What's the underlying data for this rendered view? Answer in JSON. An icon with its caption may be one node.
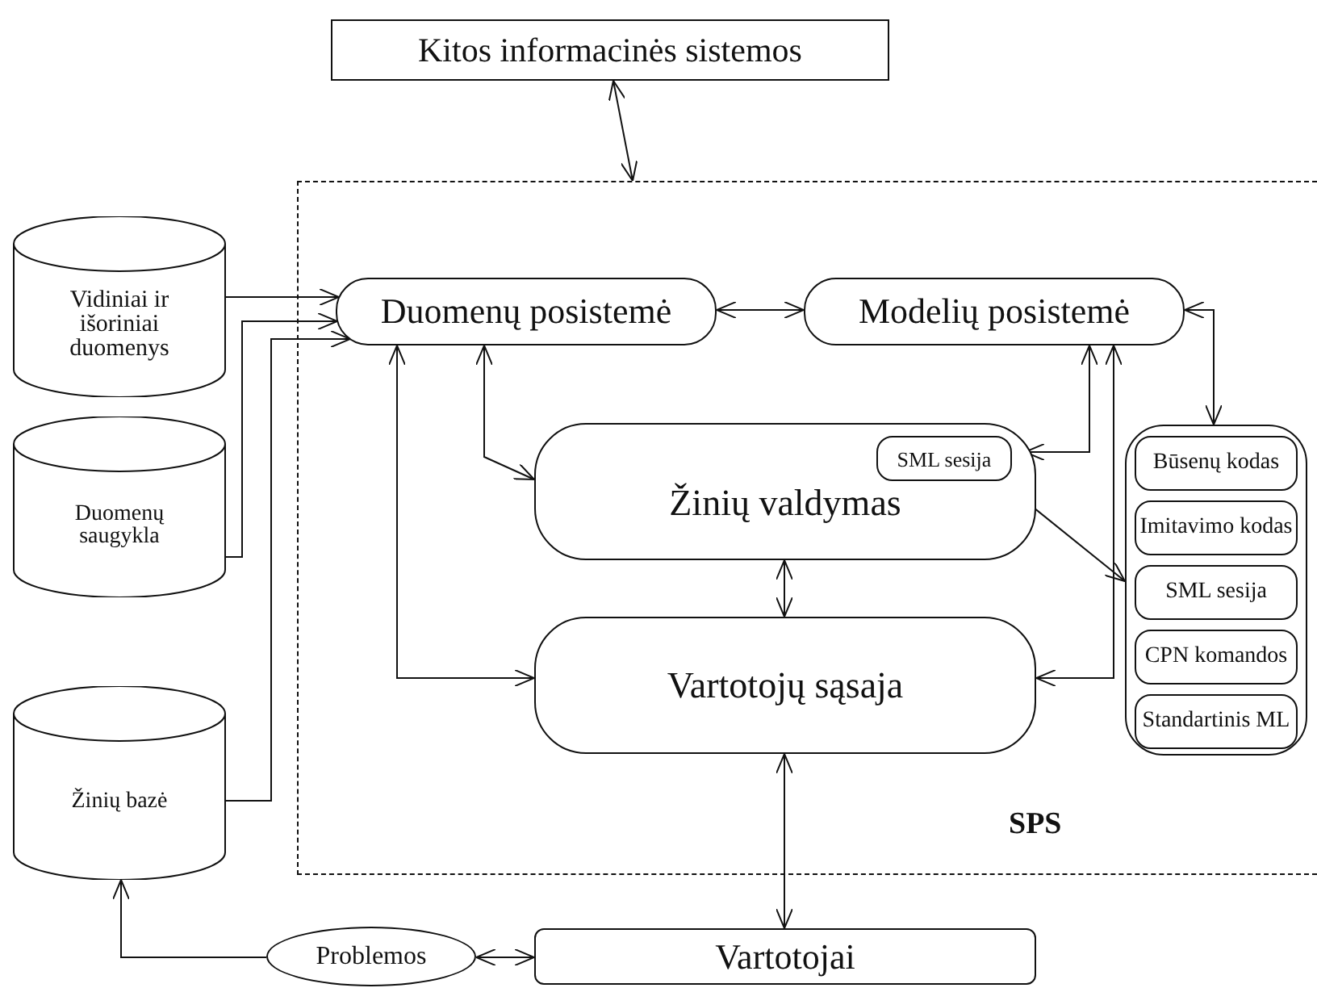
{
  "diagram": {
    "nodes": [
      {
        "text": [
          "Kitos informacinės sistemos"
        ]
      },
      {
        "text": [
          "SPS"
        ]
      },
      {
        "text": [
          "Vidiniai ir išoriniai duomenys"
        ]
      },
      {
        "text": [
          "Duomenų saugykla"
        ]
      },
      {
        "text": [
          "Žinių bazė"
        ]
      },
      {
        "text": [
          "Duomenų posistemė"
        ],
        "in": 1
      },
      {
        "text": [
          "Modelių posistemė"
        ],
        "in": 1
      },
      {
        "text": [
          "Žinių valdymas"
        ],
        "in": 1
      },
      {
        "text": [
          "SML sesija"
        ],
        "in": 7
      },
      {
        "text": [
          "Vartotojų sąsaja"
        ],
        "in": 1
      },
      {
        "text": [],
        "shape": "box",
        "in": 1
      },
      {
        "text": [
          "Būsenų kodas"
        ],
        "in": 10
      },
      {
        "text": [
          "Imitavimo kodas"
        ],
        "in": 10
      },
      {
        "text": [
          "SML sesija"
        ],
        "in": 10
      },
      {
        "text": [
          "CPN komandos"
        ],
        "in": 10
      },
      {
        "text": [
          "Standartinis ML"
        ],
        "in": 10
      },
      {
        "text": [
          "Problemos"
        ]
      },
      {
        "text": [
          "Vartotojai"
        ]
      }
    ],
    "edges": [
      {
        "from": 0,
        "to": 1,
        "arrow": "both"
      },
      {
        "from": 2,
        "to": 5,
        "arrow": "to"
      },
      {
        "from": 3,
        "to": 5,
        "arrow": "to"
      },
      {
        "from": 4,
        "to": 5,
        "arrow": "to"
      },
      {
        "from": 5,
        "to": 6,
        "arrow": "both"
      },
      {
        "from": 5,
        "to": 7,
        "arrow": "both"
      },
      {
        "from": 5,
        "to": 9,
        "arrow": "both"
      },
      {
        "from": 6,
        "to": 7,
        "arrow": "both"
      },
      {
        "from": 6,
        "to": 9,
        "arrow": "both"
      },
      {
        "from": 6,
        "to": 10,
        "arrow": "both"
      },
      {
        "from": 8,
        "to": 10,
        "arrow": "both"
      },
      {
        "from": 7,
        "to": 9,
        "arrow": "both"
      },
      {
        "from": 9,
        "to": 17,
        "arrow": "both"
      },
      {
        "from": 16,
        "to": 17,
        "arrow": "both"
      },
      {
        "from": 16,
        "to": 4,
        "arrow": "to"
      }
    ]
  }
}
